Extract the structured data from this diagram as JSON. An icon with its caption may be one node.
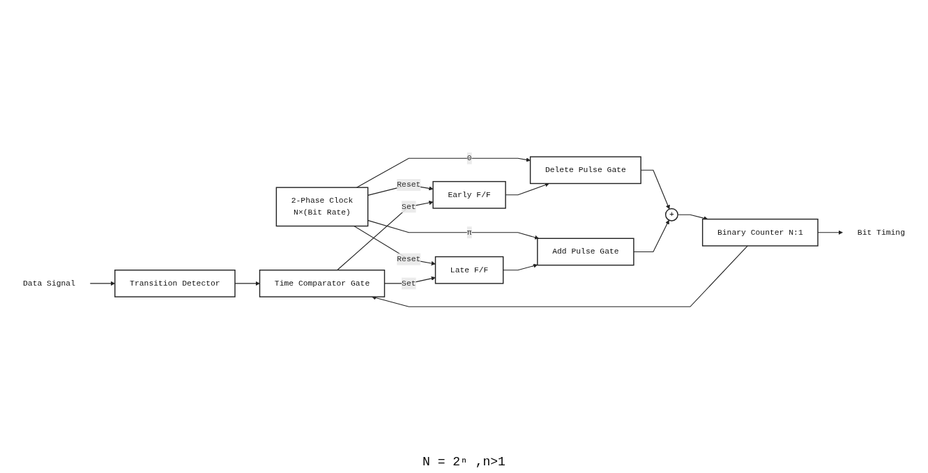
{
  "diagram": {
    "nodes": [
      {
        "text": [
          "2-Phase Clock",
          "N×(Bit Rate)"
        ]
      },
      {
        "text": [
          "Delete Pulse Gate"
        ]
      },
      {
        "text": [
          "Add Pulse Gate"
        ]
      },
      {
        "text": [
          "+"
        ]
      },
      {
        "text": [
          "Binary Counter N:1"
        ]
      },
      {
        "text": [
          "Early F/F"
        ]
      },
      {
        "text": [
          "Late F/F"
        ]
      },
      {
        "text": [
          "Data Signal"
        ]
      },
      {
        "text": [
          "Transition Detector"
        ]
      },
      {
        "text": [
          "Time Comparator Gate"
        ]
      },
      {
        "text": [
          "Bit Timing"
        ]
      }
    ],
    "edges": [
      {
        "from": 0,
        "to": 1,
        "label": "0",
        "arrow": "to"
      },
      {
        "from": 0,
        "to": 5,
        "label": "Reset",
        "arrow": "to"
      },
      {
        "from": 0,
        "to": 2,
        "label": "π",
        "arrow": "to"
      },
      {
        "from": 0,
        "to": 6,
        "label": "Reset",
        "arrow": "to"
      },
      {
        "from": 5,
        "to": 1,
        "arrow": "to"
      },
      {
        "from": 6,
        "to": 2,
        "arrow": "to"
      },
      {
        "from": 1,
        "to": 3,
        "arrow": "to"
      },
      {
        "from": 2,
        "to": 3,
        "arrow": "to"
      },
      {
        "from": 3,
        "to": 4,
        "arrow": "to"
      },
      {
        "from": 4,
        "to": 10,
        "arrow": "to"
      },
      {
        "from": 4,
        "to": 9,
        "arrow": "to"
      },
      {
        "from": 7,
        "to": 8,
        "arrow": "to"
      },
      {
        "from": 8,
        "to": 9,
        "arrow": "to"
      },
      {
        "from": 9,
        "to": 5,
        "label": "Set",
        "arrow": "to"
      },
      {
        "from": 9,
        "to": 6,
        "label": "Set",
        "arrow": "to"
      }
    ],
    "labels": [
      "N = 2ⁿ ,n>1"
    ]
  }
}
